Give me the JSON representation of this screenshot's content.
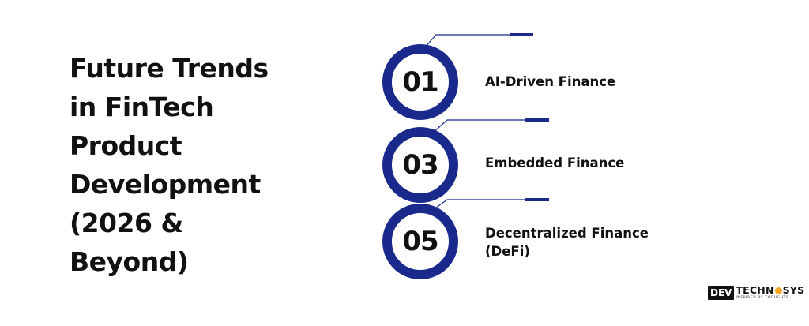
{
  "title": {
    "lines": [
      "Future Trends",
      "in FinTech",
      "Product",
      "Development",
      "(2026 &",
      "Beyond)"
    ]
  },
  "trends": [
    {
      "number": "01",
      "label_lines": [
        "AI-Driven Finance"
      ]
    },
    {
      "number": "03",
      "label_lines": [
        "Embedded Finance"
      ]
    },
    {
      "number": "05",
      "label_lines": [
        "Decentralized Finance",
        "(DeFi)"
      ]
    }
  ],
  "logo": {
    "badge": "DEV",
    "word_before": "TECHN",
    "word_after": "SYS",
    "tagline": "INSPIRED BY THOUGHTS",
    "icon": "gear-dot-icon"
  },
  "colors": {
    "accent": "#1a2a8c",
    "text": "#111111",
    "logo_dot": "#f5a623",
    "background": "#ffffff"
  }
}
